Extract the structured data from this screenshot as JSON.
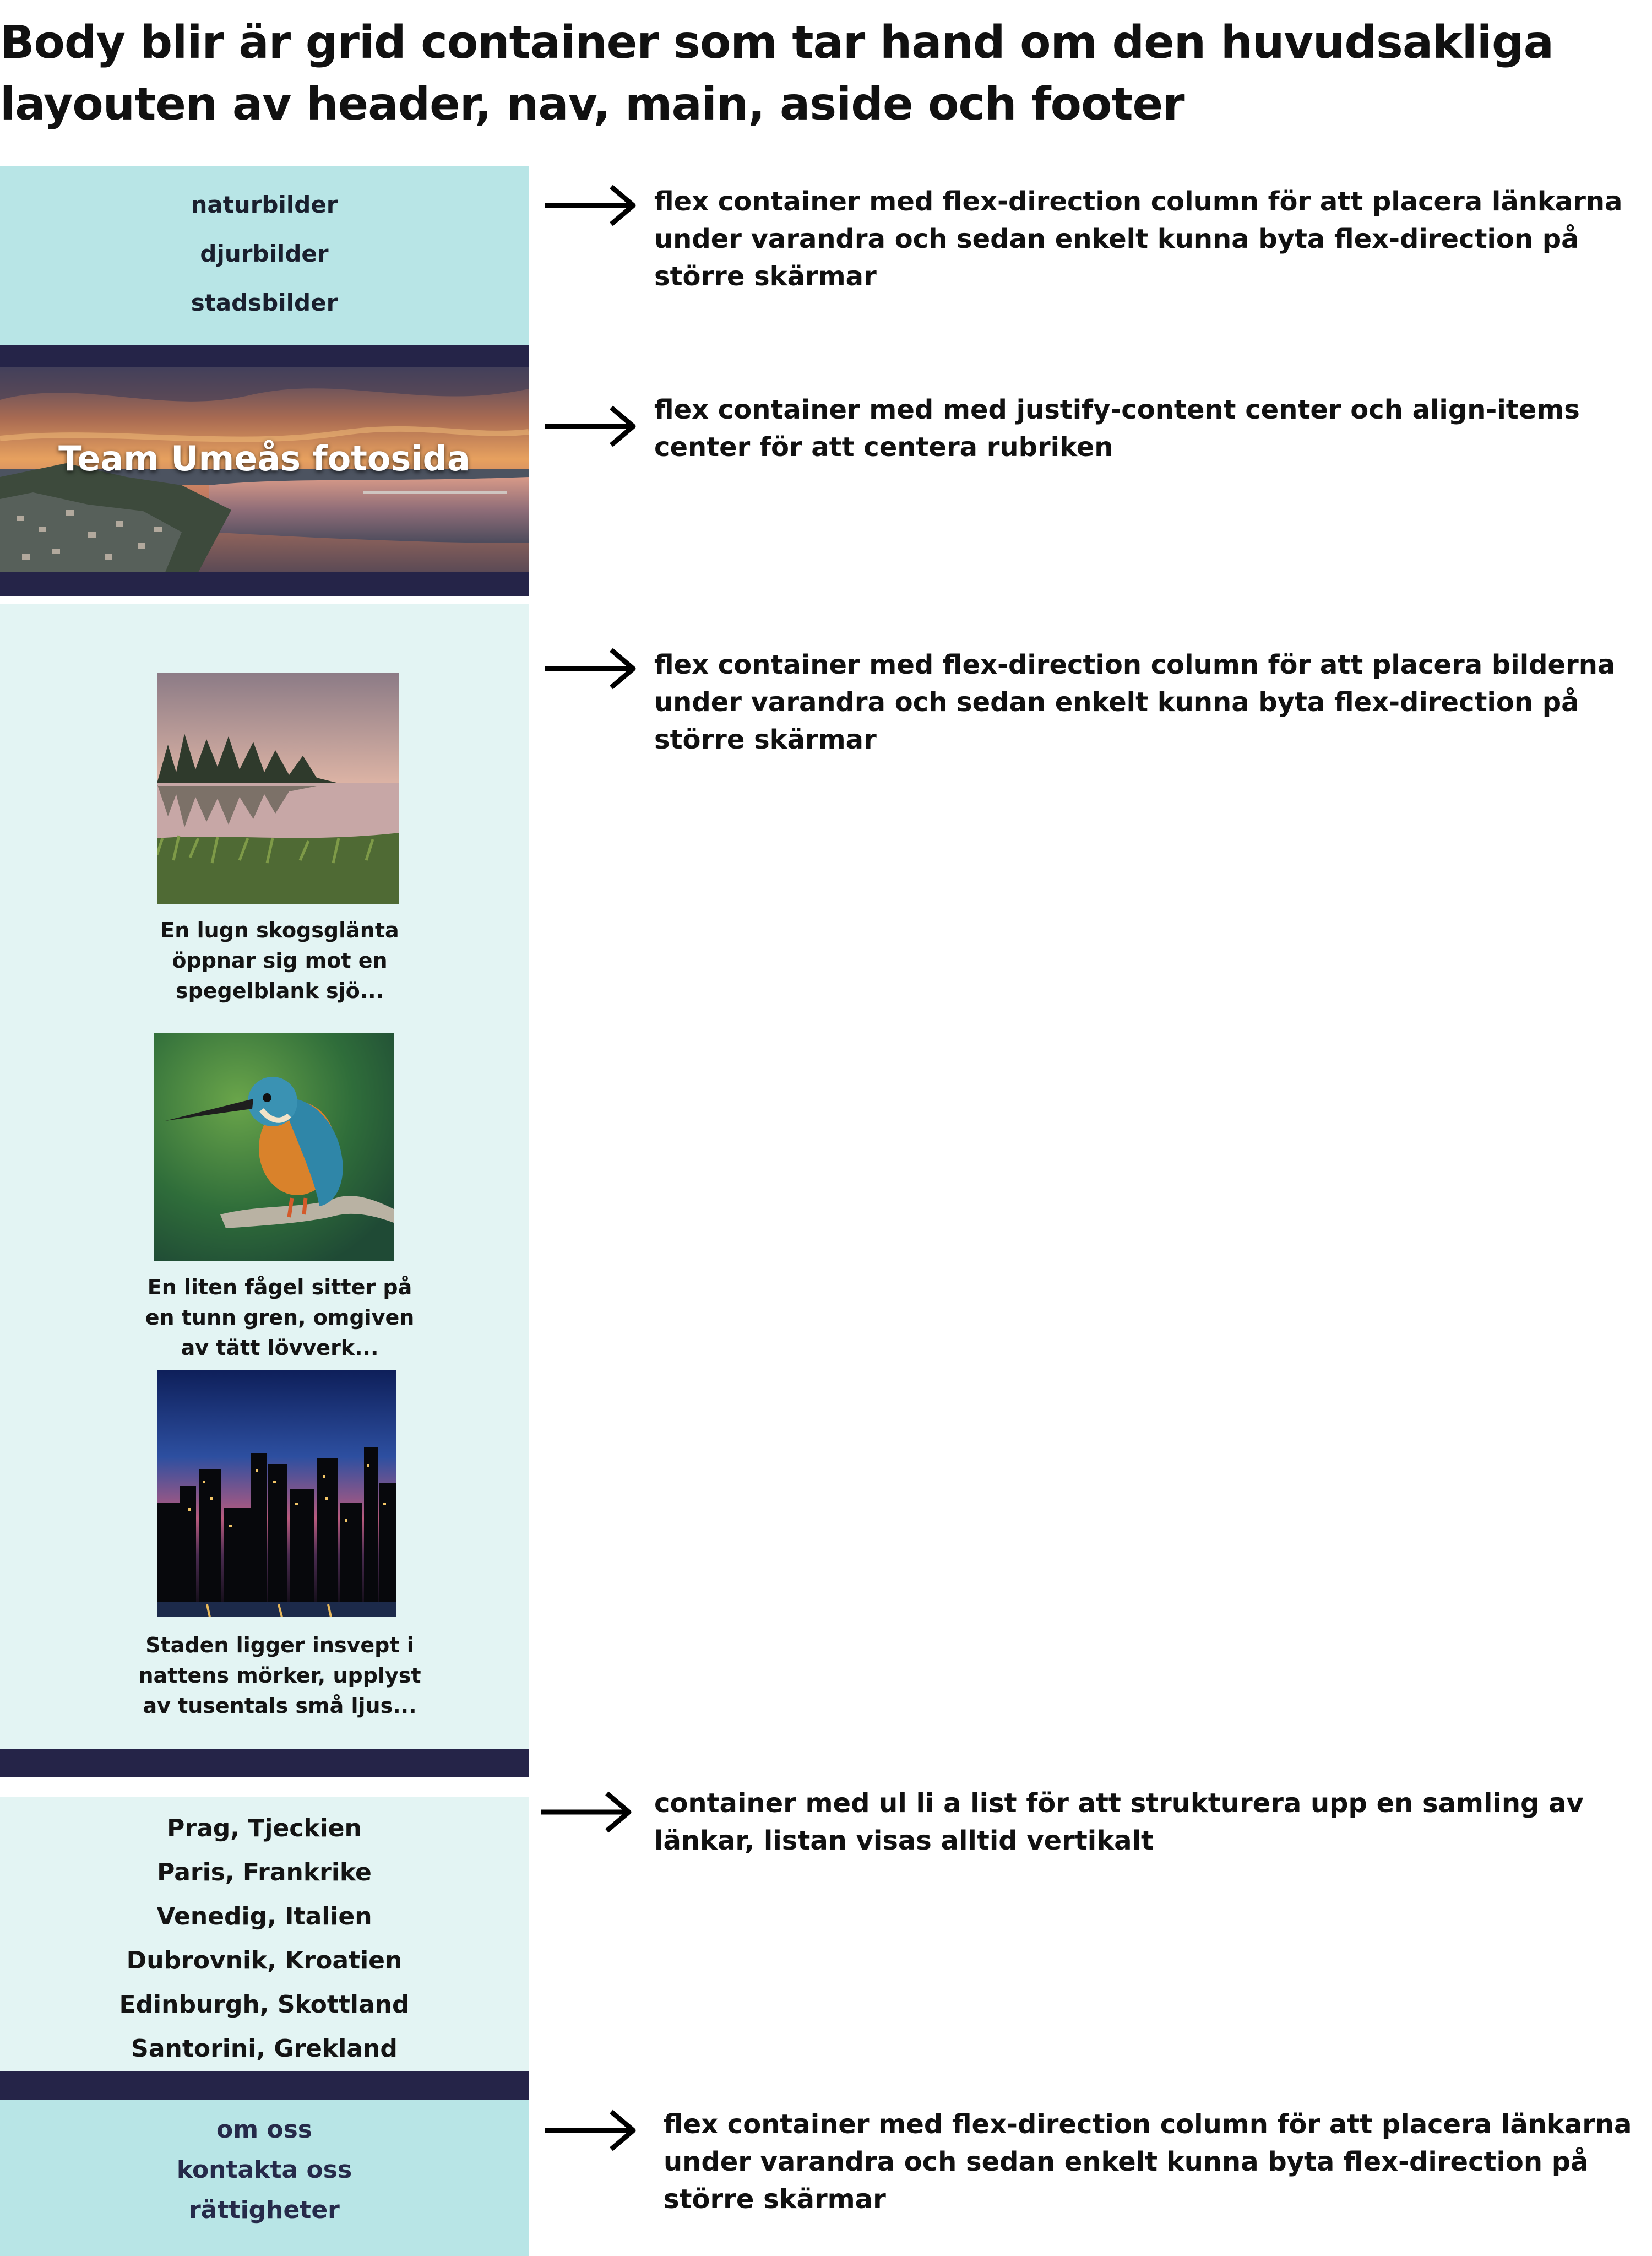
{
  "heading": "Body blir är grid container som tar hand om den huvudsakliga layouten av header, nav, main, aside och footer",
  "nav": {
    "links": [
      "naturbilder",
      "djurbilder",
      "stadsbilder"
    ]
  },
  "header": {
    "title": "Team Umeås fotosida"
  },
  "main": {
    "images": [
      {
        "icon": "forest-lake-photo",
        "caption": "En lugn skogsglänta öppnar sig mot en spegelblank sjö..."
      },
      {
        "icon": "kingfisher-photo",
        "caption": "En liten fågel sitter på en tunn gren, omgiven av tätt lövverk..."
      },
      {
        "icon": "city-skyline-photo",
        "caption": "Staden ligger insvept i nattens mörker, upplyst av tusentals små ljus..."
      }
    ]
  },
  "aside": {
    "items": [
      "Prag, Tjeckien",
      "Paris, Frankrike",
      "Venedig, Italien",
      "Dubrovnik, Kroatien",
      "Edinburgh, Skottland",
      "Santorini, Grekland"
    ]
  },
  "footer": {
    "links": [
      "om oss",
      "kontakta oss",
      "rättigheter"
    ]
  },
  "notes": [
    "flex container med flex-direction column för att placera länkarna under varandra och sedan enkelt kunna byta flex-direction på större skärmar",
    "flex container med med justify-content center och align-items center för att centera rubriken",
    "flex container med flex-direction column för att placera bilderna under varandra och sedan enkelt kunna byta flex-direction på större skärmar",
    "container med ul li a list för att strukturera upp en samling av länkar, listan visas alltid vertikalt",
    "flex container med flex-direction column för att placera länkarna under varandra och sedan enkelt kunna byta flex-direction på större skärmar"
  ],
  "colors": {
    "light_teal": "#b8e5e6",
    "pale_teal": "#e3f4f3",
    "dark_bar": "#252448"
  }
}
